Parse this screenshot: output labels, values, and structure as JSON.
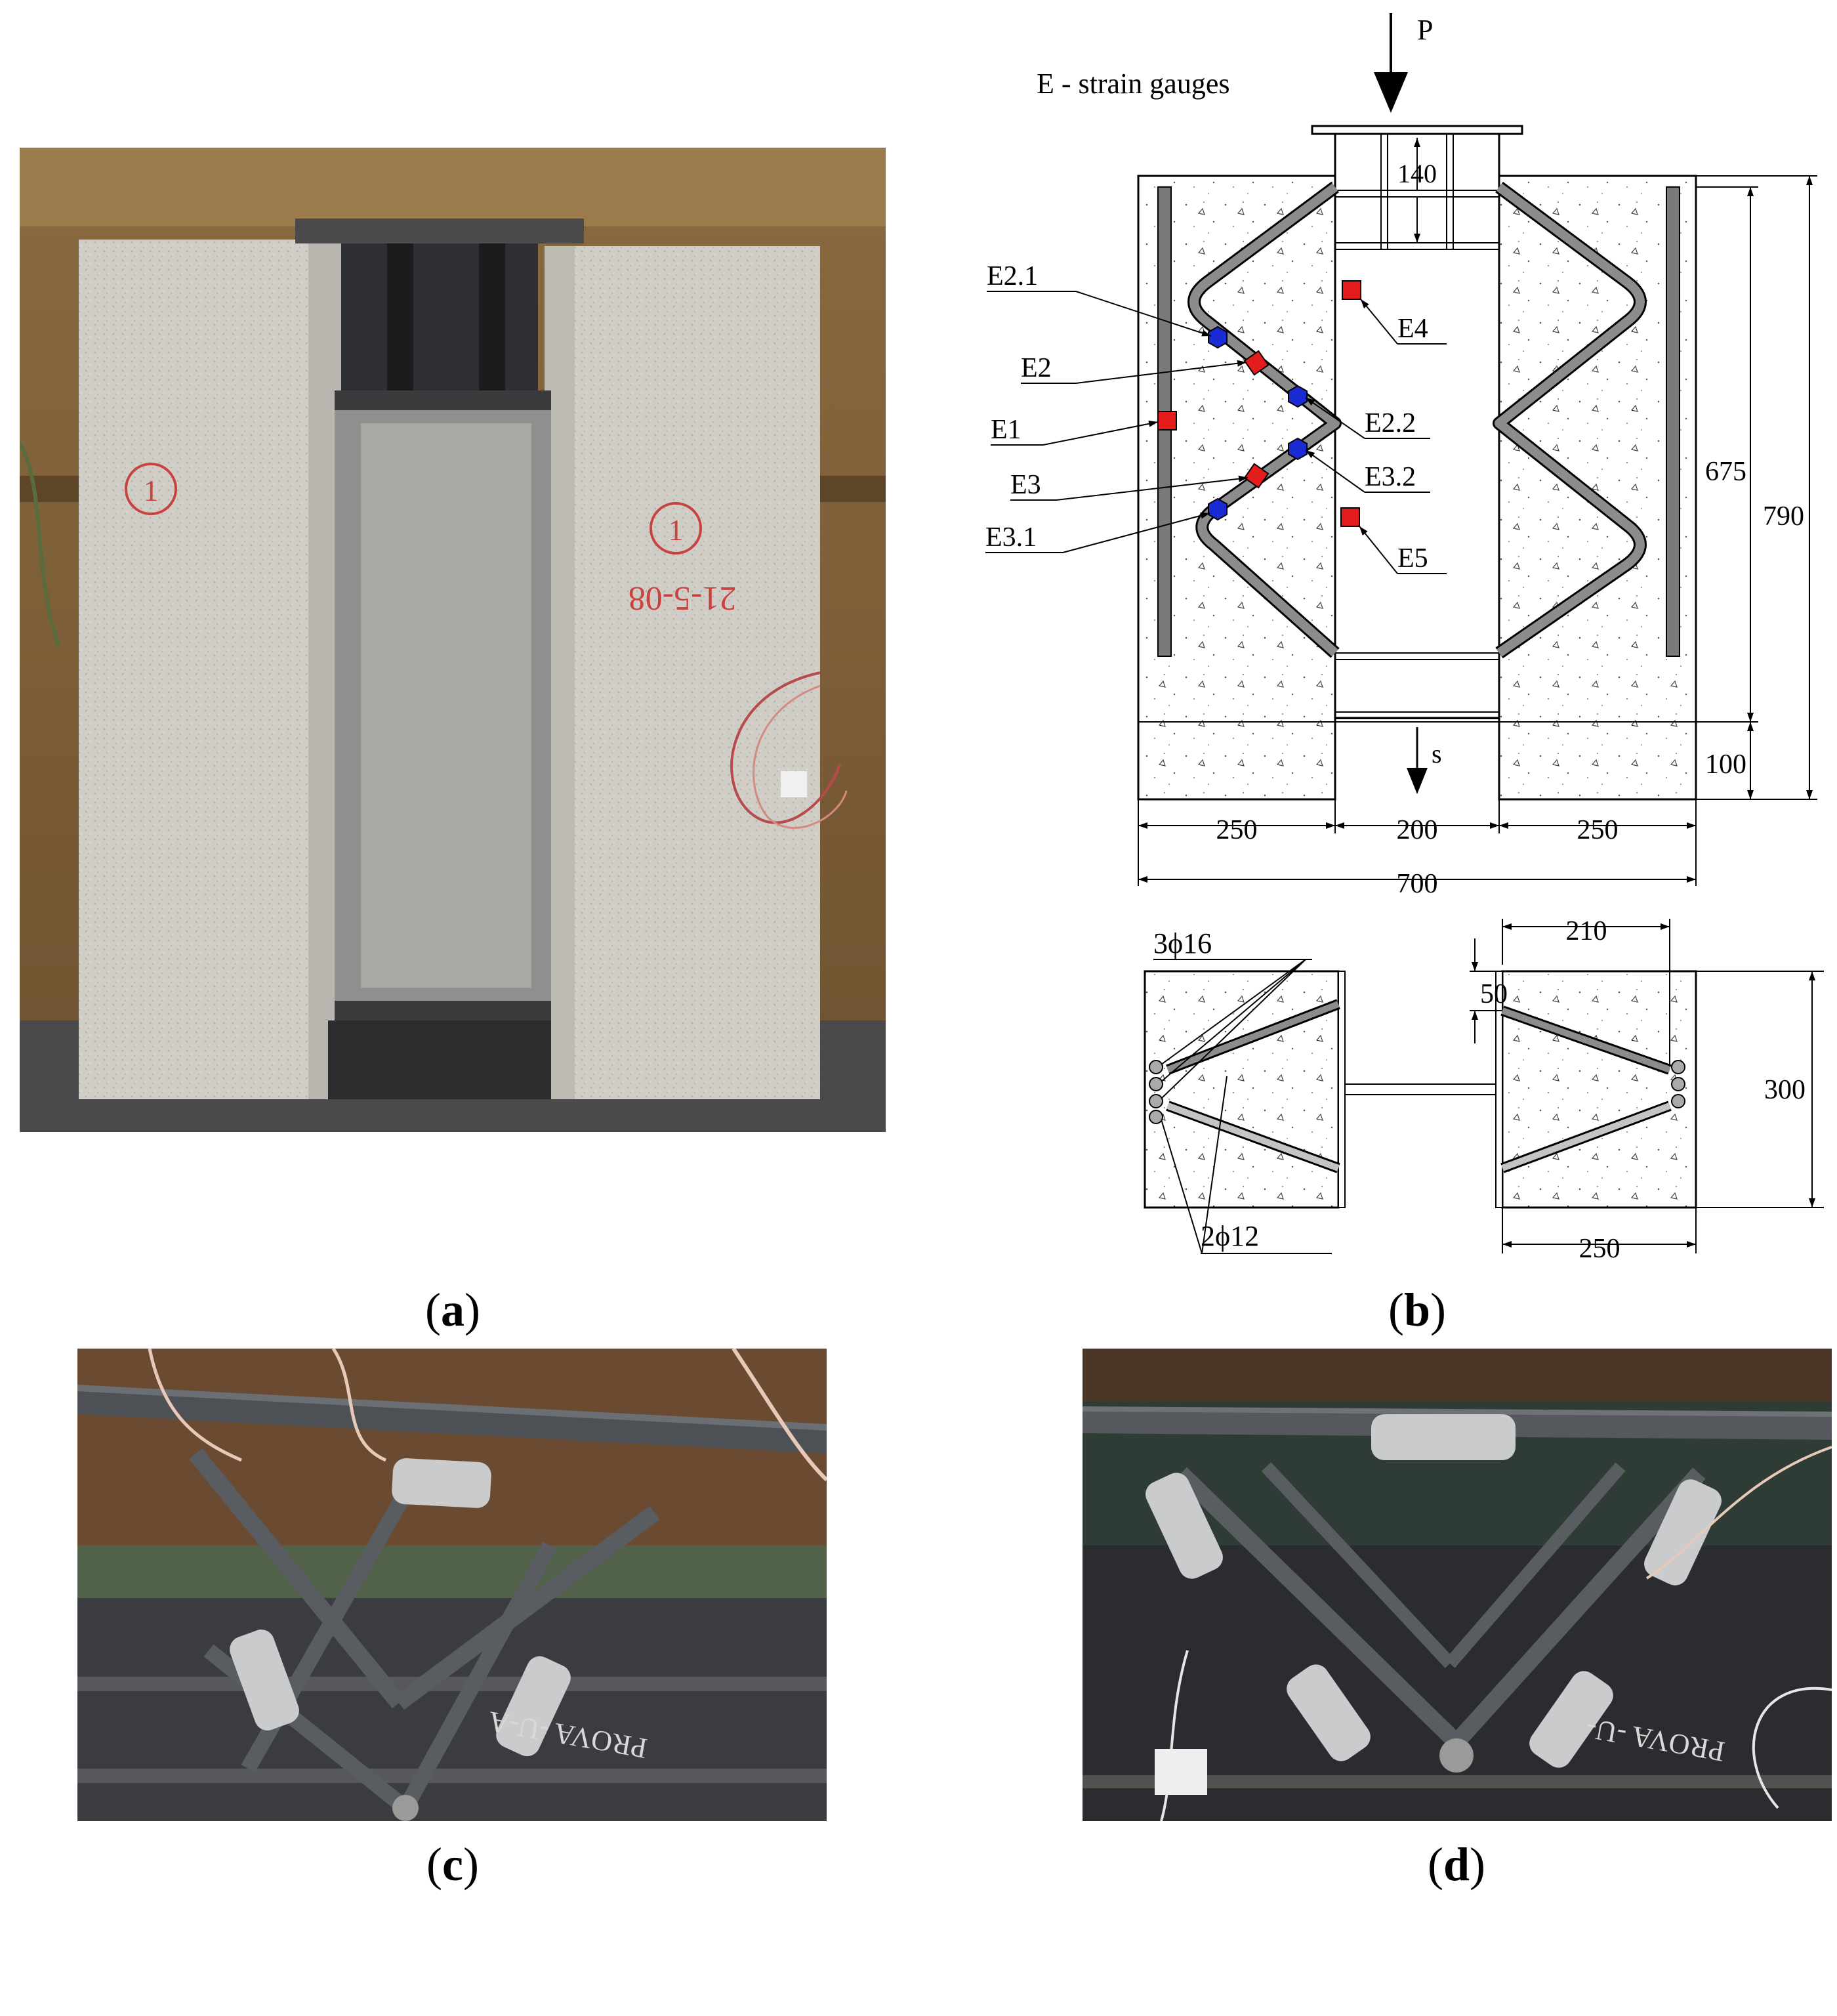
{
  "captions": {
    "a": "a",
    "b": "b",
    "c": "c",
    "d": "d"
  },
  "legend": "E - strain gauges",
  "load_label": "P",
  "slip_label": "s",
  "gauges": {
    "e1": "E1",
    "e2": "E2",
    "e21": "E2.1",
    "e22": "E2.2",
    "e3": "E3",
    "e31": "E3.1",
    "e32": "E3.2",
    "e4": "E4",
    "e5": "E5"
  },
  "dims": {
    "d140": "140",
    "d675": "675",
    "d790": "790",
    "d100": "100",
    "d250a": "250",
    "d200": "200",
    "d250b": "250",
    "d700": "700",
    "d210": "210",
    "d50": "50",
    "d300": "300",
    "d250c": "250"
  },
  "rebar": {
    "top": "3ϕ16",
    "bottom": "2ϕ12"
  },
  "photo_marks": {
    "block_date": "21-5-08",
    "block_mark_left": "1",
    "block_mark_right": "1",
    "steel_text_c": "PROVA -U-A",
    "steel_text_d": "PROVA -U-"
  },
  "colors": {
    "gauge_red": "#e51c1c",
    "gauge_blue": "#1a2bd6",
    "concrete": "#c9c7c0",
    "steel_dark": "#3d3f42"
  }
}
